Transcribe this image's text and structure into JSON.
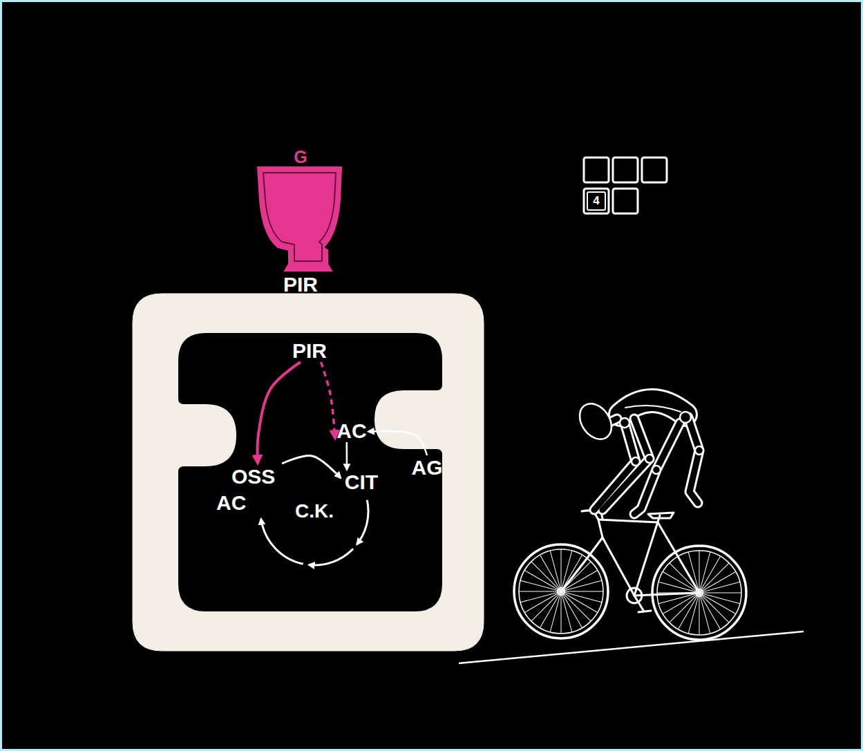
{
  "diagram": {
    "nodes": [
      {
        "text": [
          "G",
          "PIR"
        ]
      },
      {
        "text": []
      },
      {
        "text": [
          "PIR"
        ],
        "in": 1
      },
      {
        "text": [
          "OSS AC"
        ],
        "in": 1
      },
      {
        "text": [
          "AC"
        ],
        "in": 1
      },
      {
        "text": [
          "CIT"
        ],
        "in": 1
      },
      {
        "text": [
          "AG"
        ],
        "in": 1
      },
      {
        "text": [
          "C.K."
        ],
        "in": 1
      }
    ],
    "edges": [
      {
        "from": 2,
        "to": 3,
        "arrow": "to"
      },
      {
        "from": 2,
        "to": 4,
        "arrow": "to"
      },
      {
        "from": 4,
        "to": 5,
        "arrow": "to"
      },
      {
        "from": 6,
        "to": 4,
        "arrow": "to"
      },
      {
        "from": 3,
        "to": 5,
        "arrow": "to"
      }
    ],
    "labels": [
      "4"
    ]
  }
}
